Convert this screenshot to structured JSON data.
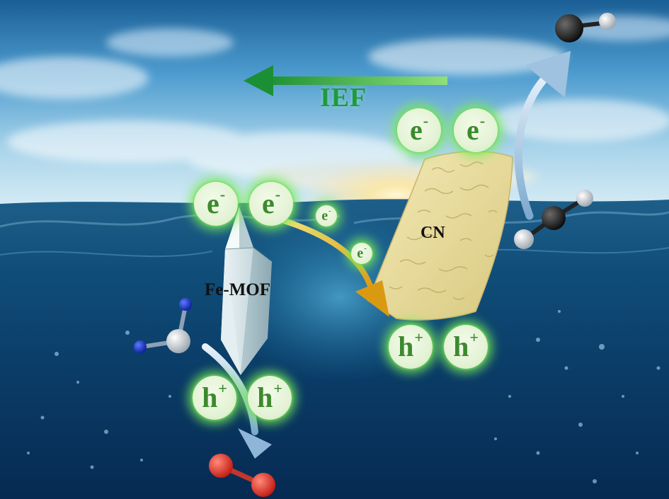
{
  "diagram": {
    "ief_label": "IEF",
    "cn_label": "CN",
    "femof_label": "Fe-MOF",
    "electron_symbol": "e",
    "electron_charge": "-",
    "hole_symbol": "h",
    "hole_charge": "+"
  }
}
